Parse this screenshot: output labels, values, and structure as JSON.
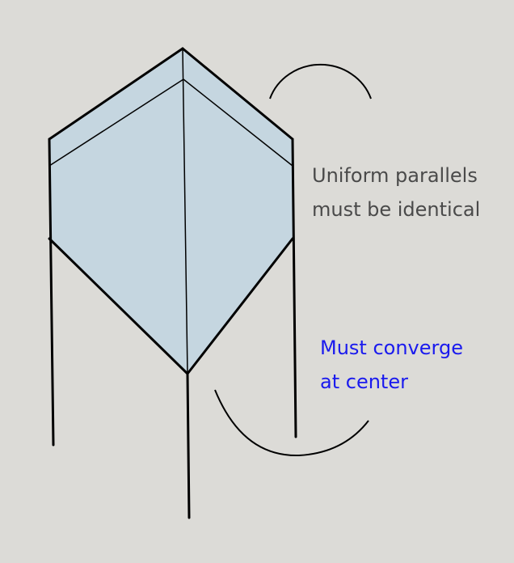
{
  "colors": {
    "background": "#dcdbd7",
    "face_fill": "#c5d6e0",
    "stroke": "#000000",
    "parallels_text": "#4a4a4a",
    "converge_text": "#1a1aee"
  },
  "annotations": {
    "parallels": {
      "line1": "Uniform parallels",
      "line2": "must be identical"
    },
    "converge": {
      "line1": "Must converge",
      "line2": "at center"
    }
  }
}
